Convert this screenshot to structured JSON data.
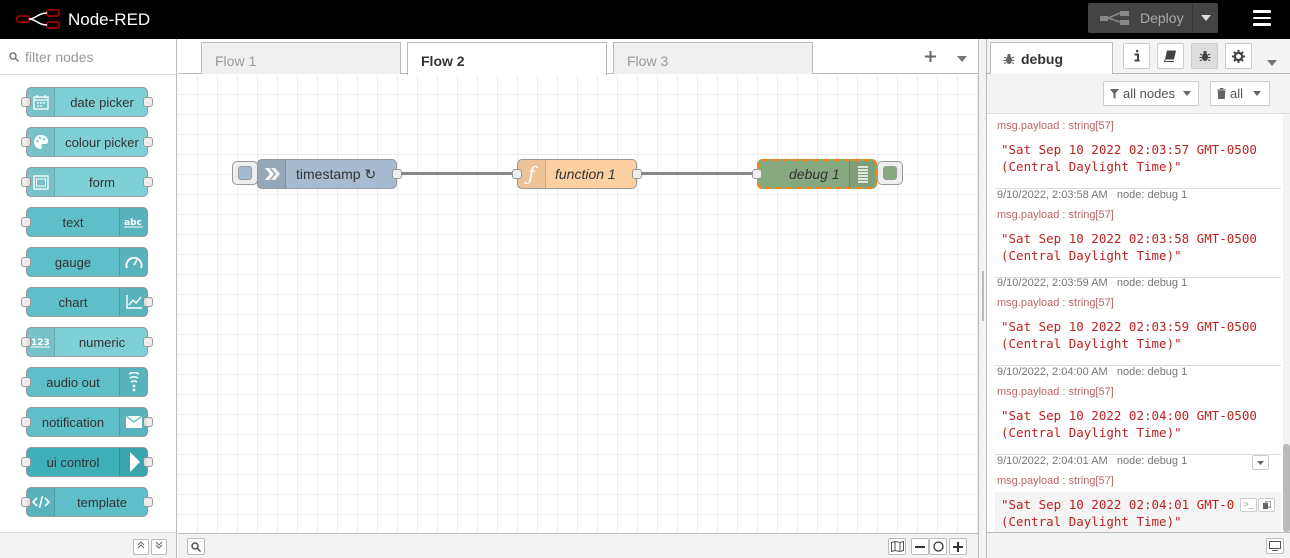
{
  "app": {
    "title": "Node-RED",
    "deploy_label": "Deploy"
  },
  "palette": {
    "search_placeholder": "filter nodes",
    "nodes": [
      {
        "label": "date picker",
        "icon": "calendar-icon",
        "icon_side": "left",
        "color": "#7fcfd6",
        "inputs": true,
        "outputs": true
      },
      {
        "label": "colour picker",
        "icon": "palette-icon",
        "icon_side": "left",
        "color": "#7fcfd6",
        "inputs": true,
        "outputs": true
      },
      {
        "label": "form",
        "icon": "form-icon",
        "icon_side": "left",
        "color": "#7fcfd6",
        "inputs": true,
        "outputs": true
      },
      {
        "label": "text",
        "icon": "abc-text-icon",
        "icon_side": "right",
        "color": "#5fbfc9",
        "inputs": true,
        "outputs": false
      },
      {
        "label": "gauge",
        "icon": "gauge-icon",
        "icon_side": "right",
        "color": "#5fbfc9",
        "inputs": true,
        "outputs": false
      },
      {
        "label": "chart",
        "icon": "chart-icon",
        "icon_side": "right",
        "color": "#5fbfc9",
        "inputs": true,
        "outputs": true
      },
      {
        "label": "numeric",
        "icon": "123-icon",
        "icon_side": "left",
        "color": "#7fcfd6",
        "inputs": true,
        "outputs": true
      },
      {
        "label": "audio out",
        "icon": "feed-icon",
        "icon_side": "right",
        "color": "#5fbfc9",
        "inputs": true,
        "outputs": false
      },
      {
        "label": "notification",
        "icon": "envelope-icon",
        "icon_side": "right",
        "color": "#5fbfc9",
        "inputs": true,
        "outputs": true
      },
      {
        "label": "ui control",
        "icon": "arrow-right-icon",
        "icon_side": "right",
        "color": "#3fb0b8",
        "inputs": true,
        "outputs": true
      },
      {
        "label": "template",
        "icon": "code-icon",
        "icon_side": "left",
        "color": "#5fbfc9",
        "inputs": true,
        "outputs": true
      }
    ]
  },
  "workspace": {
    "tabs": [
      {
        "label": "Flow 1",
        "active": false
      },
      {
        "label": "Flow 2",
        "active": true
      },
      {
        "label": "Flow 3",
        "active": false
      }
    ],
    "flow_nodes": {
      "inject": {
        "label": "timestamp ↻",
        "color": "#a6bbcf"
      },
      "function": {
        "label": "function 1",
        "color": "#fdd0a2"
      },
      "debug": {
        "label": "debug 1",
        "color": "#87a980"
      }
    }
  },
  "sidebar": {
    "active_tab": "debug",
    "filter_nodes_label": "all nodes",
    "clear_label": "all",
    "messages": [
      {
        "time": "",
        "node": "",
        "topic": "msg.payload : string[57]",
        "line1": "\"Sat Sep 10 2022 02:03:57 GMT-0500",
        "line2": "(Central Daylight Time)\""
      },
      {
        "time": "9/10/2022, 2:03:58 AM",
        "node": "node: debug 1",
        "topic": "msg.payload : string[57]",
        "line1": "\"Sat Sep 10 2022 02:03:58 GMT-0500",
        "line2": "(Central Daylight Time)\""
      },
      {
        "time": "9/10/2022, 2:03:59 AM",
        "node": "node: debug 1",
        "topic": "msg.payload : string[57]",
        "line1": "\"Sat Sep 10 2022 02:03:59 GMT-0500",
        "line2": "(Central Daylight Time)\""
      },
      {
        "time": "9/10/2022, 2:04:00 AM",
        "node": "node: debug 1",
        "topic": "msg.payload : string[57]",
        "line1": "\"Sat Sep 10 2022 02:04:00 GMT-0500",
        "line2": "(Central Daylight Time)\""
      },
      {
        "time": "9/10/2022, 2:04:01 AM",
        "node": "node: debug 1",
        "topic": "msg.payload : string[57]",
        "line1": "\"Sat Sep 10 2022 02:04:01 GMT-0",
        "line2": "(Central Daylight Time)\""
      }
    ]
  }
}
